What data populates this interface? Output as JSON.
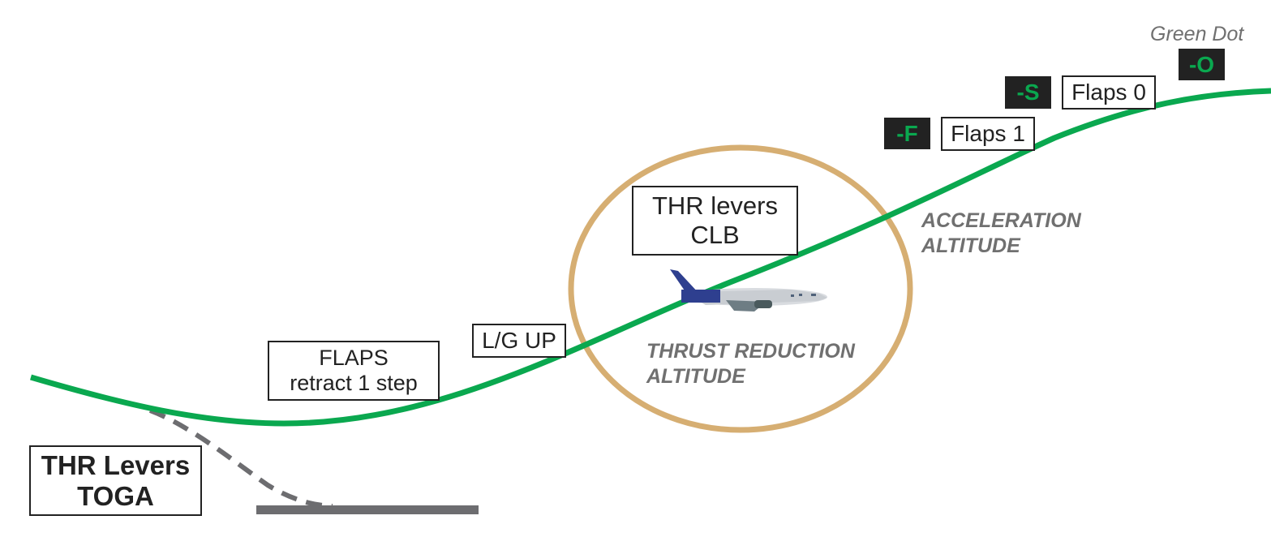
{
  "colors": {
    "climb_path": "#0aa84f",
    "takeoff_path": "#6d6d70",
    "runway": "#6d6d70",
    "highlight_circle": "#d6ae72",
    "speed_tag_bg": "#222222",
    "speed_tag_text": "#0aa84f",
    "note_text": "#707070"
  },
  "boxes": {
    "thr_toga": {
      "line1": "THR Levers",
      "line2": "TOGA"
    },
    "flaps_retract": {
      "line1": "FLAPS",
      "line2": "retract 1 step"
    },
    "lg_up": {
      "label": "L/G UP"
    },
    "thr_clb": {
      "line1": "THR levers",
      "line2": "CLB"
    },
    "flaps1": {
      "label": "Flaps 1"
    },
    "flaps0": {
      "label": "Flaps 0"
    }
  },
  "speed_tags": {
    "f": "-F",
    "s": "-S",
    "o": "-O"
  },
  "notes": {
    "thrust_reduction": {
      "line1": "THRUST REDUCTION",
      "line2": "ALTITUDE"
    },
    "acceleration": {
      "line1": "ACCELERATION",
      "line2": "ALTITUDE"
    },
    "green_dot": "Green Dot"
  },
  "aircraft_icon": "airplane-icon"
}
